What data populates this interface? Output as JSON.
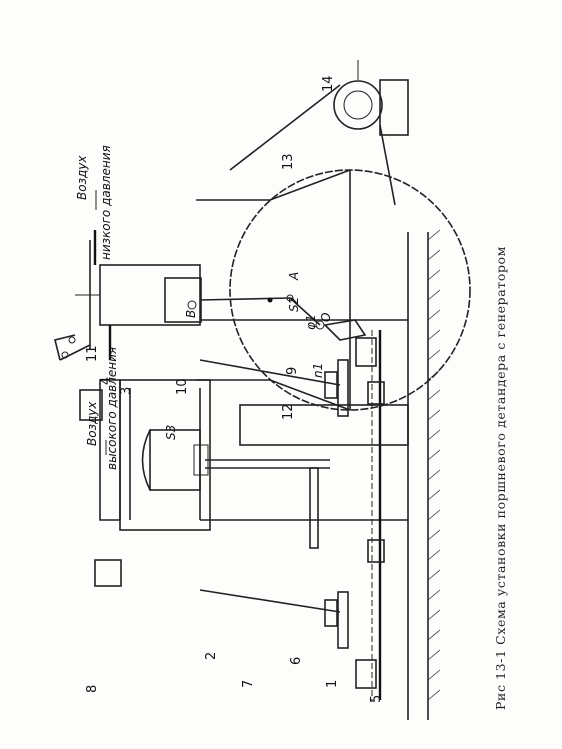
{
  "caption": "Рис 13-1 Схема установки поршневого детандера с генератором",
  "part_labels": [
    "1",
    "2",
    "3",
    "4",
    "5",
    "6",
    "7",
    "8",
    "9",
    "10",
    "11",
    "12",
    "13",
    "14"
  ],
  "point_labels": {
    "s3": "S3",
    "s2": "S2",
    "a": "A",
    "b": "B",
    "o": "O",
    "phi": "φ1",
    "omega": "n1"
  },
  "air_labels": {
    "high_1": "Воздух",
    "high_2": "высокого давления",
    "low_1": "Воздух",
    "low_2": "низкого давления"
  }
}
